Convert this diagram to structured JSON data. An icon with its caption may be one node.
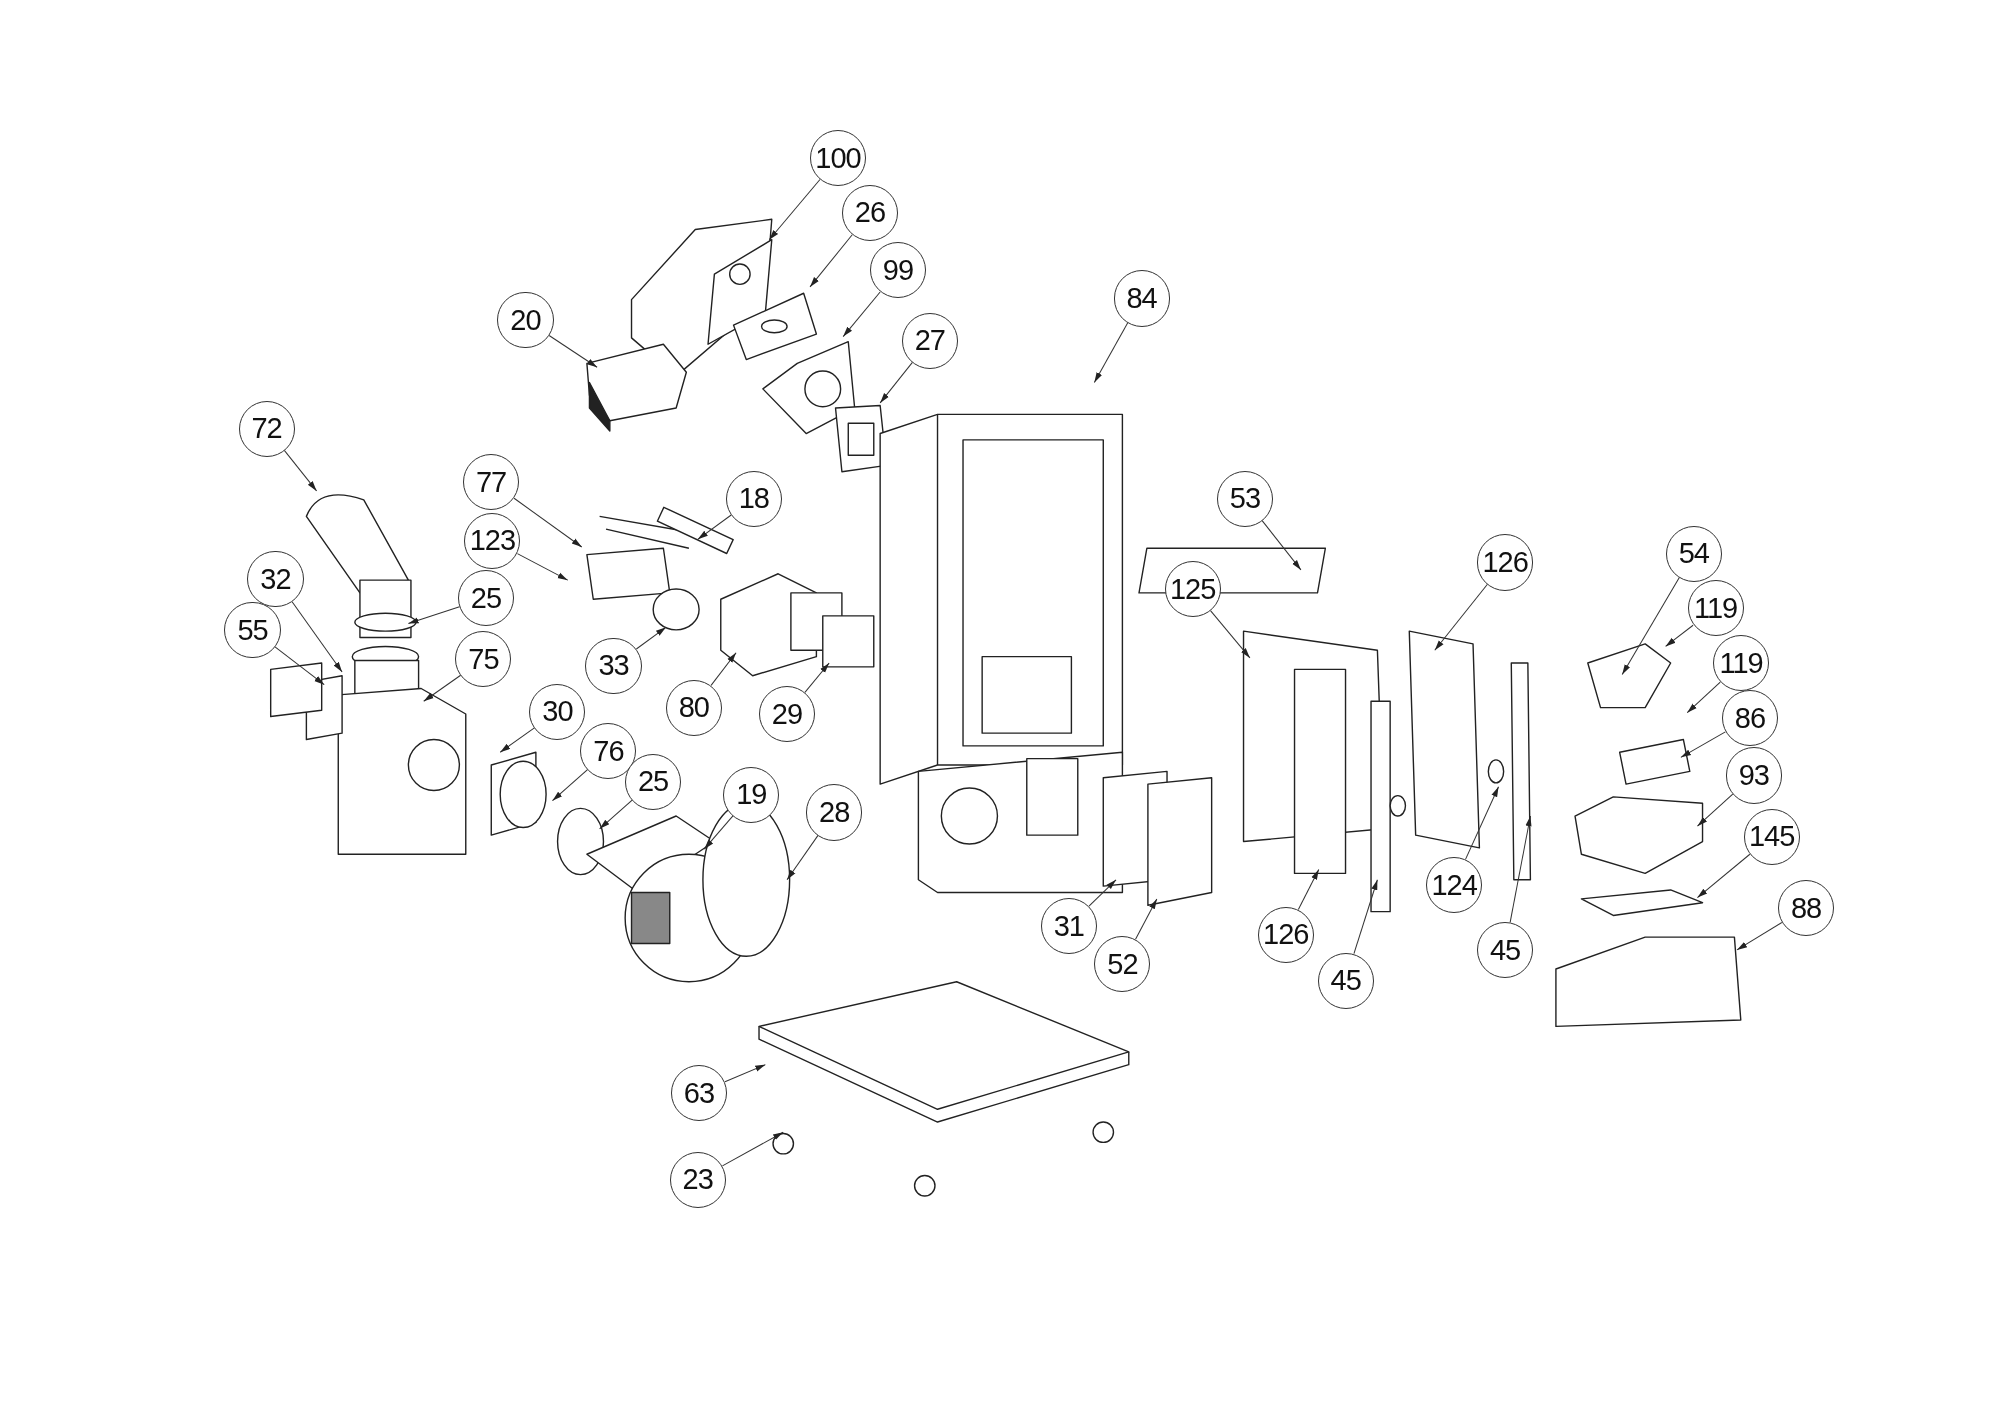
{
  "diagram": {
    "nodes": [
      {
        "text": [
          "100"
        ]
      },
      {
        "text": [
          "26"
        ]
      },
      {
        "text": [
          "99"
        ]
      },
      {
        "text": [
          "20"
        ]
      },
      {
        "text": [
          "84"
        ]
      },
      {
        "text": [
          "27"
        ]
      },
      {
        "text": [
          "72"
        ]
      },
      {
        "text": [
          "77"
        ]
      },
      {
        "text": [
          "18"
        ]
      },
      {
        "text": [
          "53"
        ]
      },
      {
        "text": [
          "123"
        ]
      },
      {
        "text": [
          "126"
        ]
      },
      {
        "text": [
          "32"
        ]
      },
      {
        "text": [
          "25"
        ]
      },
      {
        "text": [
          "125"
        ]
      },
      {
        "text": [
          "54"
        ]
      },
      {
        "text": [
          "119"
        ]
      },
      {
        "text": [
          "55"
        ]
      },
      {
        "text": [
          "75"
        ]
      },
      {
        "text": [
          "119"
        ]
      },
      {
        "text": [
          "33"
        ]
      },
      {
        "text": [
          "80"
        ]
      },
      {
        "text": [
          "29"
        ]
      },
      {
        "text": [
          "86"
        ]
      },
      {
        "text": [
          "30"
        ]
      },
      {
        "text": [
          "76"
        ]
      },
      {
        "text": [
          "25"
        ]
      },
      {
        "text": [
          "93"
        ]
      },
      {
        "text": [
          "19"
        ]
      },
      {
        "text": [
          "28"
        ]
      },
      {
        "text": [
          "145"
        ]
      },
      {
        "text": [
          "124"
        ]
      },
      {
        "text": [
          "126"
        ]
      },
      {
        "text": [
          "45"
        ]
      },
      {
        "text": [
          "45"
        ]
      },
      {
        "text": [
          "88"
        ]
      },
      {
        "text": [
          "31"
        ]
      },
      {
        "text": [
          "52"
        ]
      },
      {
        "text": [
          "63"
        ]
      },
      {
        "text": [
          "23"
        ]
      }
    ],
    "edges": [
      {
        "from": 0,
        "to": null,
        "arrow": "to"
      },
      {
        "from": 1,
        "to": null,
        "arrow": "to"
      },
      {
        "from": 2,
        "to": null,
        "arrow": "to"
      },
      {
        "from": 3,
        "to": null,
        "arrow": "to"
      },
      {
        "from": 4,
        "to": null,
        "arrow": "to"
      },
      {
        "from": 5,
        "to": null,
        "arrow": "to"
      },
      {
        "from": 6,
        "to": null,
        "arrow": "to"
      },
      {
        "from": 7,
        "to": null,
        "arrow": "to"
      },
      {
        "from": 8,
        "to": null,
        "arrow": "to"
      },
      {
        "from": 9,
        "to": null,
        "arrow": "to"
      },
      {
        "from": 10,
        "to": null,
        "arrow": "to"
      },
      {
        "from": 11,
        "to": null,
        "arrow": "to"
      },
      {
        "from": 12,
        "to": null,
        "arrow": "to"
      },
      {
        "from": 13,
        "to": null,
        "arrow": "to"
      },
      {
        "from": 14,
        "to": null,
        "arrow": "to"
      },
      {
        "from": 15,
        "to": null,
        "arrow": "to"
      },
      {
        "from": 16,
        "to": null,
        "arrow": "to"
      },
      {
        "from": 17,
        "to": null,
        "arrow": "to"
      },
      {
        "from": 18,
        "to": null,
        "arrow": "to"
      },
      {
        "from": 19,
        "to": null,
        "arrow": "to"
      },
      {
        "from": 20,
        "to": null,
        "arrow": "to"
      },
      {
        "from": 21,
        "to": null,
        "arrow": "to"
      },
      {
        "from": 22,
        "to": null,
        "arrow": "to"
      },
      {
        "from": 23,
        "to": null,
        "arrow": "to"
      },
      {
        "from": 24,
        "to": null,
        "arrow": "to"
      },
      {
        "from": 25,
        "to": null,
        "arrow": "to"
      },
      {
        "from": 26,
        "to": null,
        "arrow": "to"
      },
      {
        "from": 27,
        "to": null,
        "arrow": "to"
      },
      {
        "from": 28,
        "to": null,
        "arrow": "to"
      },
      {
        "from": 29,
        "to": null,
        "arrow": "to"
      },
      {
        "from": 30,
        "to": null,
        "arrow": "to"
      },
      {
        "from": 31,
        "to": null,
        "arrow": "to"
      },
      {
        "from": 32,
        "to": null,
        "arrow": "to"
      },
      {
        "from": 33,
        "to": null,
        "arrow": "to"
      },
      {
        "from": 34,
        "to": null,
        "arrow": "to"
      },
      {
        "from": 35,
        "to": null,
        "arrow": "to"
      },
      {
        "from": 36,
        "to": null,
        "arrow": "to"
      },
      {
        "from": 37,
        "to": null,
        "arrow": "to"
      },
      {
        "from": 38,
        "to": null,
        "arrow": "to"
      },
      {
        "from": 39,
        "to": null,
        "arrow": "to"
      }
    ]
  }
}
